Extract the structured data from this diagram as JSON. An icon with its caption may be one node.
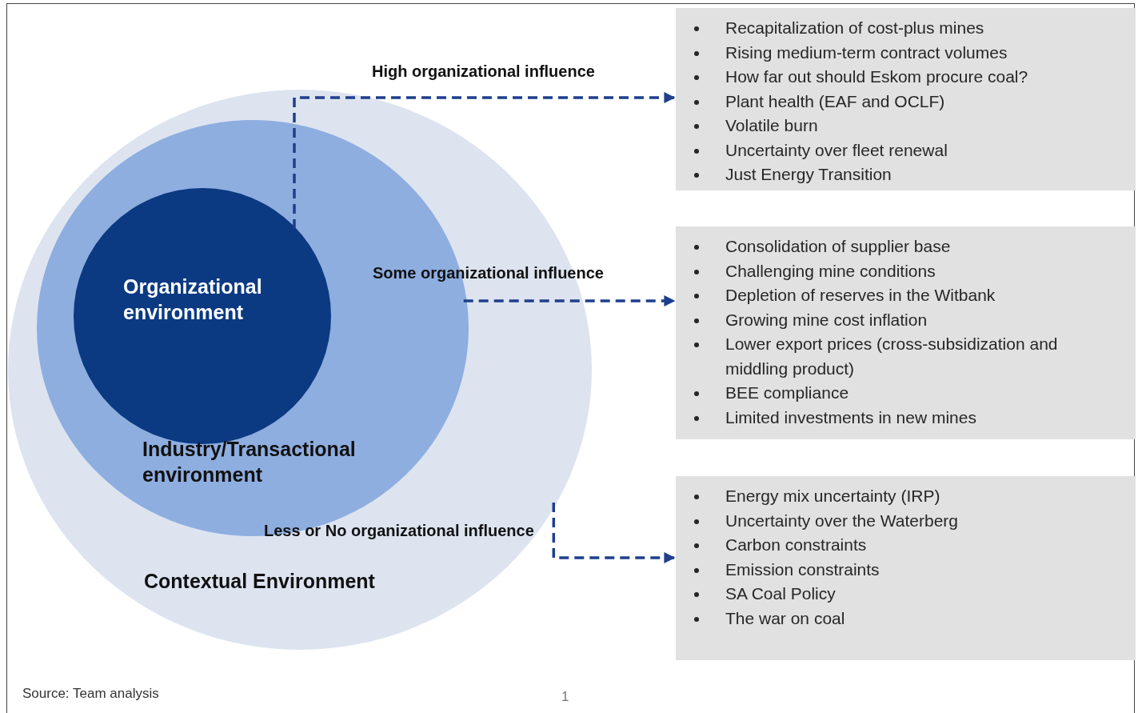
{
  "diagram": {
    "nodes": [
      {
        "text": [
          "Contextual Environment"
        ]
      },
      {
        "text": [
          "Industry/Transactional environment"
        ],
        "in": 0
      },
      {
        "text": [
          "Organizational environment"
        ],
        "in": 1
      },
      {
        "text": [
          "Recapitalization of cost-plus mines",
          "Rising medium-term contract volumes",
          "How far out should Eskom procure coal?",
          "Plant health (EAF and OCLF)",
          "Volatile burn",
          "Uncertainty over fleet renewal",
          "Just Energy Transition"
        ]
      },
      {
        "text": [
          "Consolidation of supplier base",
          "Challenging mine conditions",
          "Depletion of reserves in the Witbank",
          "Growing mine cost inflation",
          "Lower export prices (cross-subsidization and middling product)",
          "BEE compliance",
          "Limited investments in new mines"
        ]
      },
      {
        "text": [
          "Energy mix uncertainty (IRP)",
          "Uncertainty over the Waterberg",
          "Carbon constraints",
          "Emission constraints",
          "SA Coal Policy",
          "The war on coal"
        ]
      }
    ],
    "edges": [
      {
        "from": 2,
        "to": 3,
        "arrow": "to",
        "label": "High organizational influence",
        "style": "dashed"
      },
      {
        "from": 1,
        "to": 4,
        "arrow": "to",
        "label": "Some organizational influence",
        "style": "dashed"
      },
      {
        "from": 0,
        "to": 5,
        "arrow": "to",
        "label": "Less or No organizational influence",
        "style": "dashed"
      }
    ],
    "caption": "Source: Team analysis",
    "labels": [
      "1"
    ]
  }
}
